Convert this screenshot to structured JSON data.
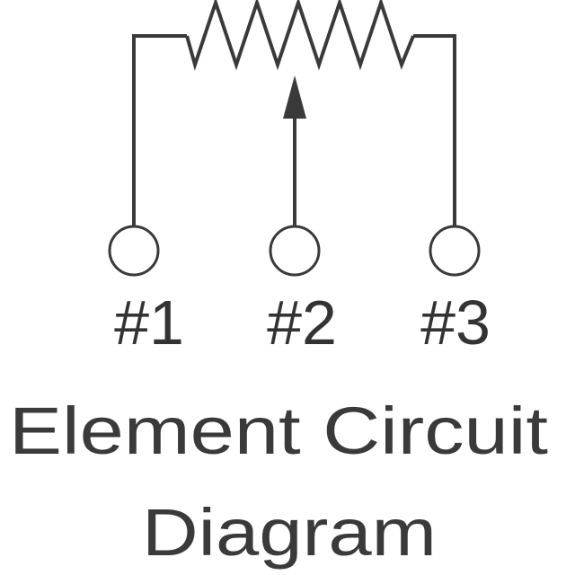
{
  "diagram": {
    "terminals": [
      {
        "label": "#1"
      },
      {
        "label": "#2"
      },
      {
        "label": "#3"
      }
    ],
    "caption": {
      "line1": "Element Circuit",
      "line2": "Diagram"
    }
  },
  "colors": {
    "line": "#3a3a3a",
    "text": "#333333",
    "background": "#ffffff"
  }
}
